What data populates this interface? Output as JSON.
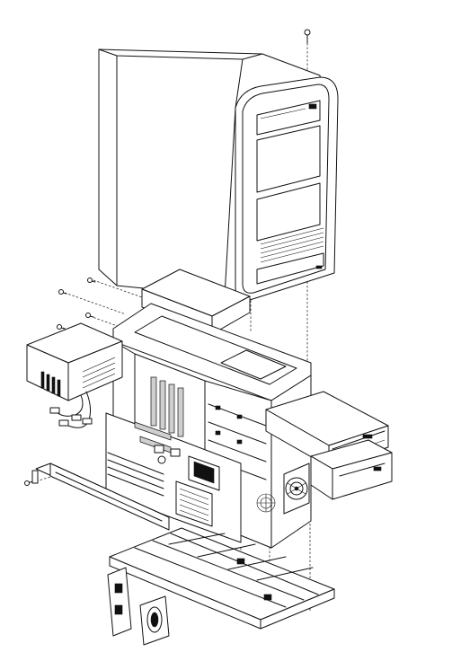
{
  "figure": {
    "kind": "exploded-view line drawing",
    "colors": {
      "line": "#111111",
      "background": "#ffffff",
      "shade": "#cfcfcf"
    },
    "parts": [
      "tower-cover",
      "cover-screws",
      "front-bezel",
      "drive-cage",
      "chassis-frame",
      "power-supply",
      "motherboard",
      "expansion-card",
      "optical-drive",
      "floppy-drive",
      "cooling-fan",
      "chassis-base",
      "speaker"
    ]
  }
}
